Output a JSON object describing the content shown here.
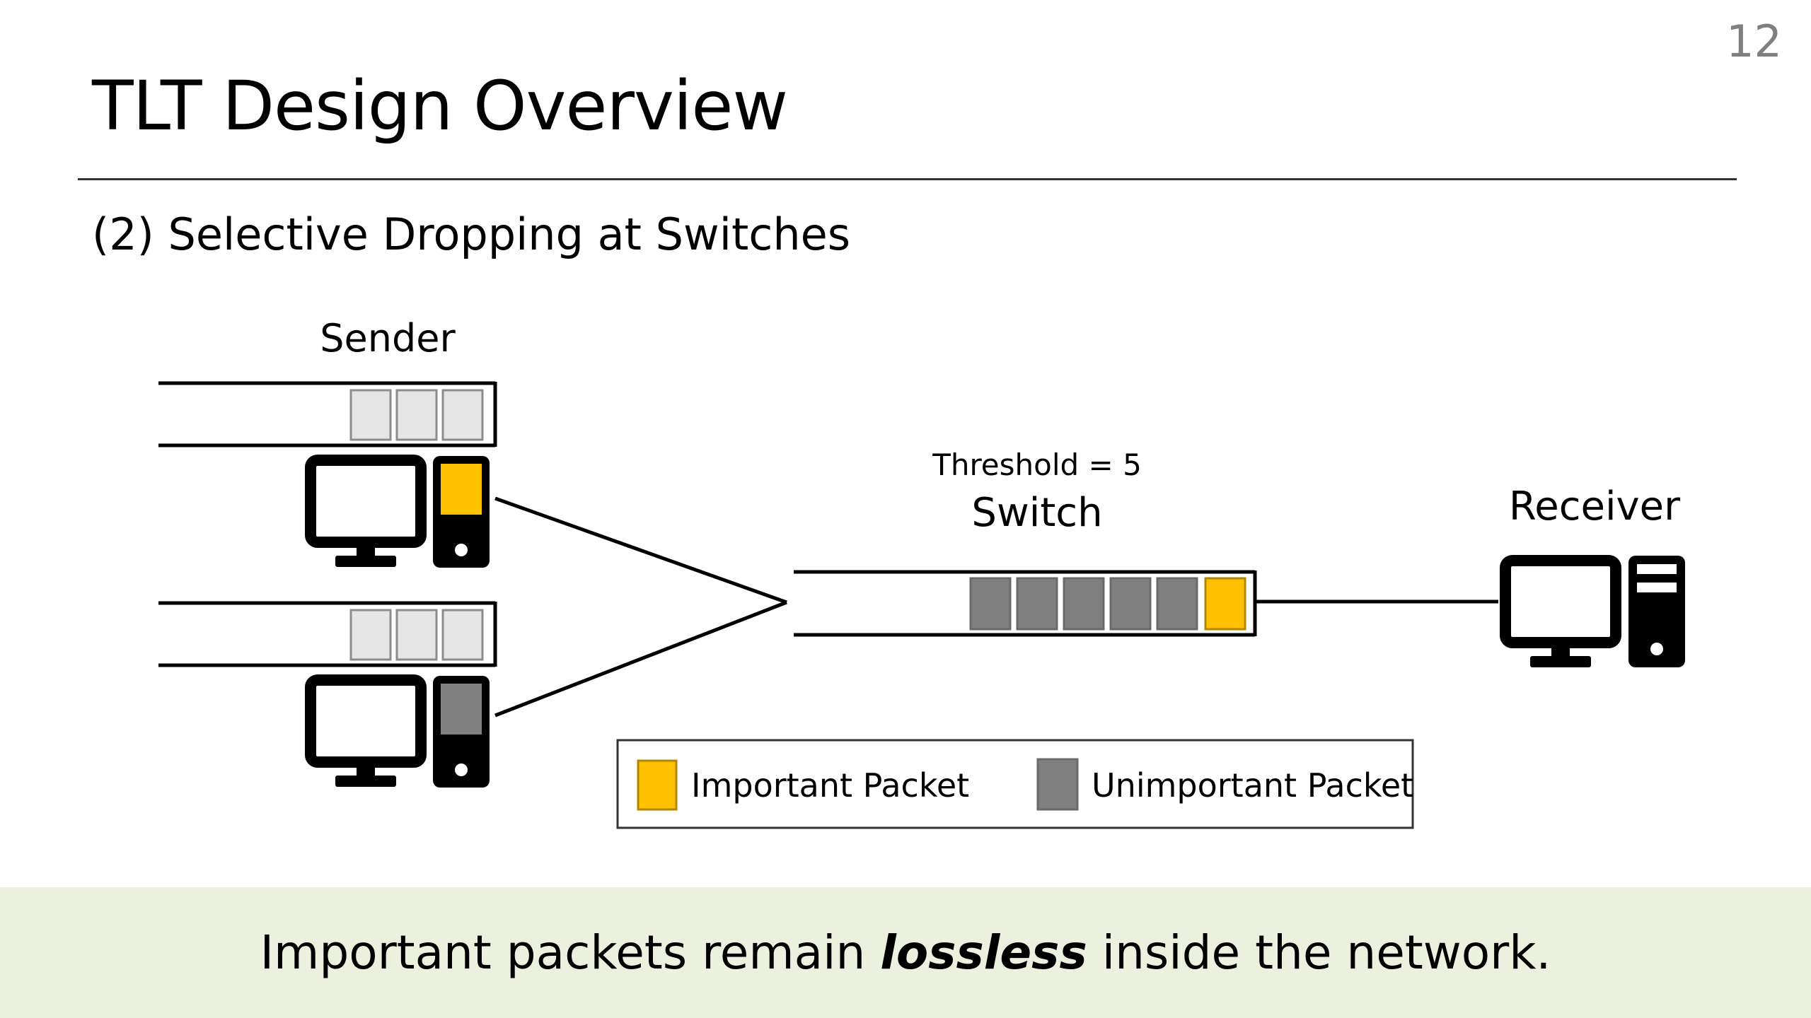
{
  "slide": {
    "page_number": "12",
    "title": "TLT Design Overview",
    "subtitle": "(2) Selective Dropping at Switches"
  },
  "diagram": {
    "sender_label": "Sender",
    "switch_threshold_label": "Threshold = 5",
    "switch_label": "Switch",
    "receiver_label": "Receiver",
    "sender_queues": [
      {
        "packets": [
          "empty",
          "empty",
          "empty"
        ],
        "host_packet": "important"
      },
      {
        "packets": [
          "empty",
          "empty",
          "empty"
        ],
        "host_packet": "unimportant"
      }
    ],
    "switch_queue": [
      "unimportant",
      "unimportant",
      "unimportant",
      "unimportant",
      "unimportant",
      "important"
    ],
    "colors": {
      "important": "#ffc000",
      "unimportant": "#808080",
      "empty": "#e6e6e6"
    }
  },
  "legend": {
    "important_label": "Important Packet",
    "unimportant_label": "Unimportant Packet"
  },
  "takeaway": {
    "before": "Important packets remain ",
    "emphasis": "lossless",
    "after": " inside the network."
  }
}
